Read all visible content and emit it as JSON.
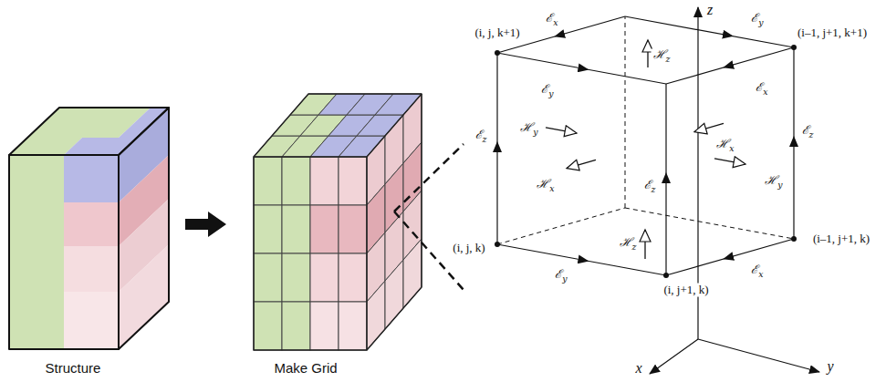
{
  "diagram": {
    "labels": [
      "Structure",
      "Make Grid",
      "z",
      "(i, j, k+1)",
      "ℰx",
      "ℰy",
      "(i–1, j+1, k+1)",
      "ℋz",
      "ℰy",
      "ℰx",
      "ℰz",
      "ℋy",
      "ℋx",
      "ℰz",
      "ℋx",
      "ℰz",
      "ℋy",
      "(i–1, j+1, k)",
      "ℋz",
      "(i, j, k)",
      "ℰy",
      "ℰx",
      "(i, j+1, k)",
      "x",
      "y"
    ]
  }
}
